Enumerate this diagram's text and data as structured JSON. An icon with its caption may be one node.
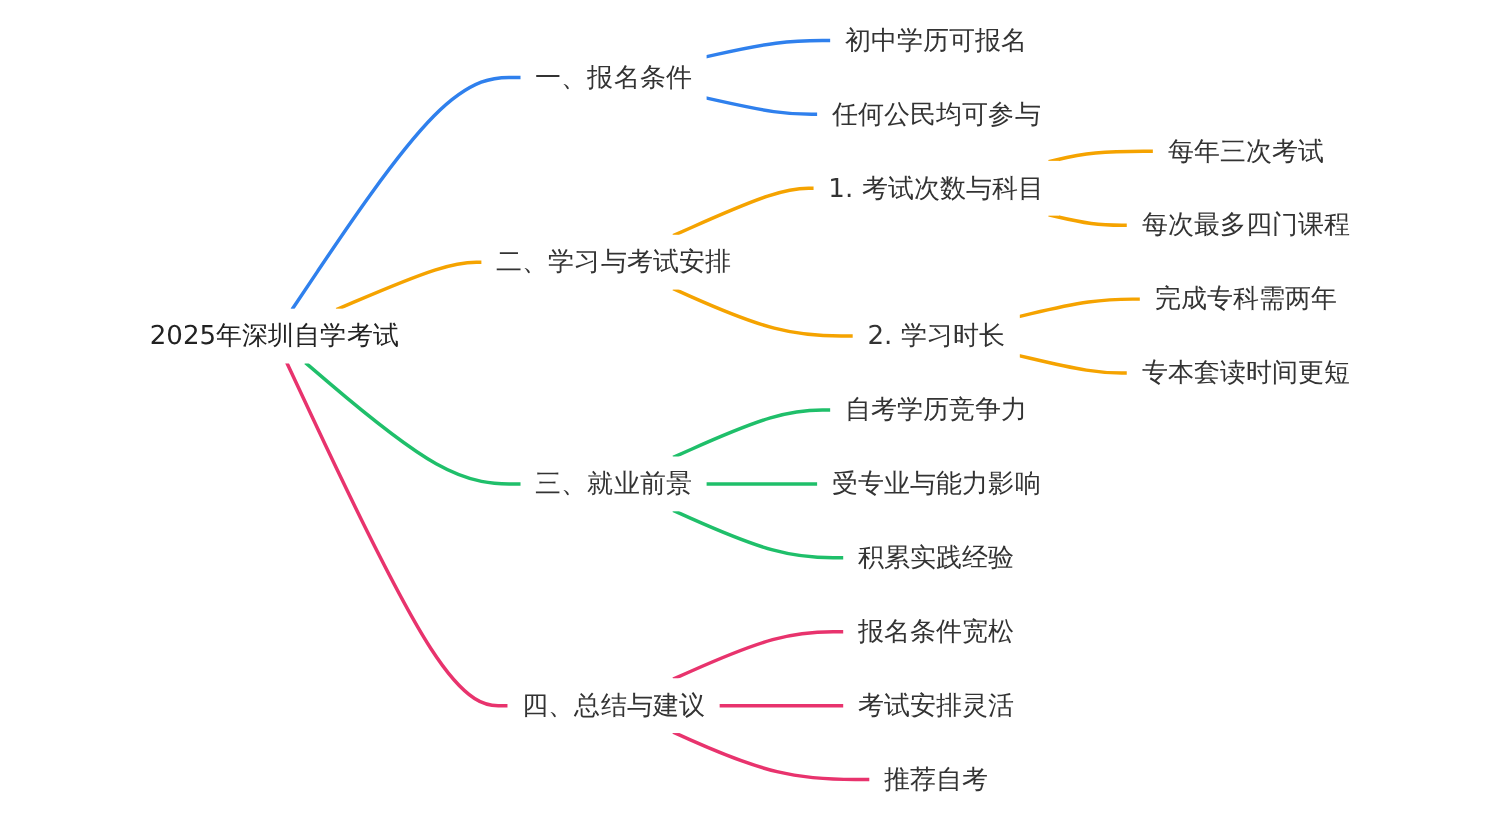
{
  "diagram": {
    "nodes": [
      {
        "text": [
          "2025年深圳自学考试"
        ]
      },
      {
        "text": [
          "一、报名条件"
        ]
      },
      {
        "text": [
          "初中学历可报名"
        ]
      },
      {
        "text": [
          "任何公民均可参与"
        ]
      },
      {
        "text": [
          "二、学习与考试安排"
        ]
      },
      {
        "text": [
          "1. 考试次数与科目"
        ]
      },
      {
        "text": [
          "每年三次考试"
        ]
      },
      {
        "text": [
          "每次最多四门课程"
        ]
      },
      {
        "text": [
          "2. 学习时长"
        ]
      },
      {
        "text": [
          "完成专科需两年"
        ]
      },
      {
        "text": [
          "专本套读时间更短"
        ]
      },
      {
        "text": [
          "三、就业前景"
        ]
      },
      {
        "text": [
          "自考学历竞争力"
        ]
      },
      {
        "text": [
          "受专业与能力影响"
        ]
      },
      {
        "text": [
          "积累实践经验"
        ]
      },
      {
        "text": [
          "四、总结与建议"
        ]
      },
      {
        "text": [
          "报名条件宽松"
        ]
      },
      {
        "text": [
          "考试安排灵活"
        ]
      },
      {
        "text": [
          "推荐自考"
        ]
      }
    ],
    "edges": [
      {
        "from": 0,
        "to": 1,
        "arrow": "none",
        "color": "#2f80ed"
      },
      {
        "from": 1,
        "to": 2,
        "arrow": "none",
        "color": "#2f80ed"
      },
      {
        "from": 1,
        "to": 3,
        "arrow": "none",
        "color": "#2f80ed"
      },
      {
        "from": 0,
        "to": 4,
        "arrow": "none",
        "color": "#f5a300"
      },
      {
        "from": 4,
        "to": 5,
        "arrow": "none",
        "color": "#f5a300"
      },
      {
        "from": 5,
        "to": 6,
        "arrow": "none",
        "color": "#f5a300"
      },
      {
        "from": 5,
        "to": 7,
        "arrow": "none",
        "color": "#f5a300"
      },
      {
        "from": 4,
        "to": 8,
        "arrow": "none",
        "color": "#f5a300"
      },
      {
        "from": 8,
        "to": 9,
        "arrow": "none",
        "color": "#f5a300"
      },
      {
        "from": 8,
        "to": 10,
        "arrow": "none",
        "color": "#f5a300"
      },
      {
        "from": 0,
        "to": 11,
        "arrow": "none",
        "color": "#1fbf6a"
      },
      {
        "from": 11,
        "to": 12,
        "arrow": "none",
        "color": "#1fbf6a"
      },
      {
        "from": 11,
        "to": 13,
        "arrow": "none",
        "color": "#1fbf6a"
      },
      {
        "from": 11,
        "to": 14,
        "arrow": "none",
        "color": "#1fbf6a"
      },
      {
        "from": 0,
        "to": 15,
        "arrow": "none",
        "color": "#e8336d"
      },
      {
        "from": 15,
        "to": 16,
        "arrow": "none",
        "color": "#e8336d"
      },
      {
        "from": 15,
        "to": 17,
        "arrow": "none",
        "color": "#e8336d"
      },
      {
        "from": 15,
        "to": 18,
        "arrow": "none",
        "color": "#e8336d"
      }
    ]
  }
}
